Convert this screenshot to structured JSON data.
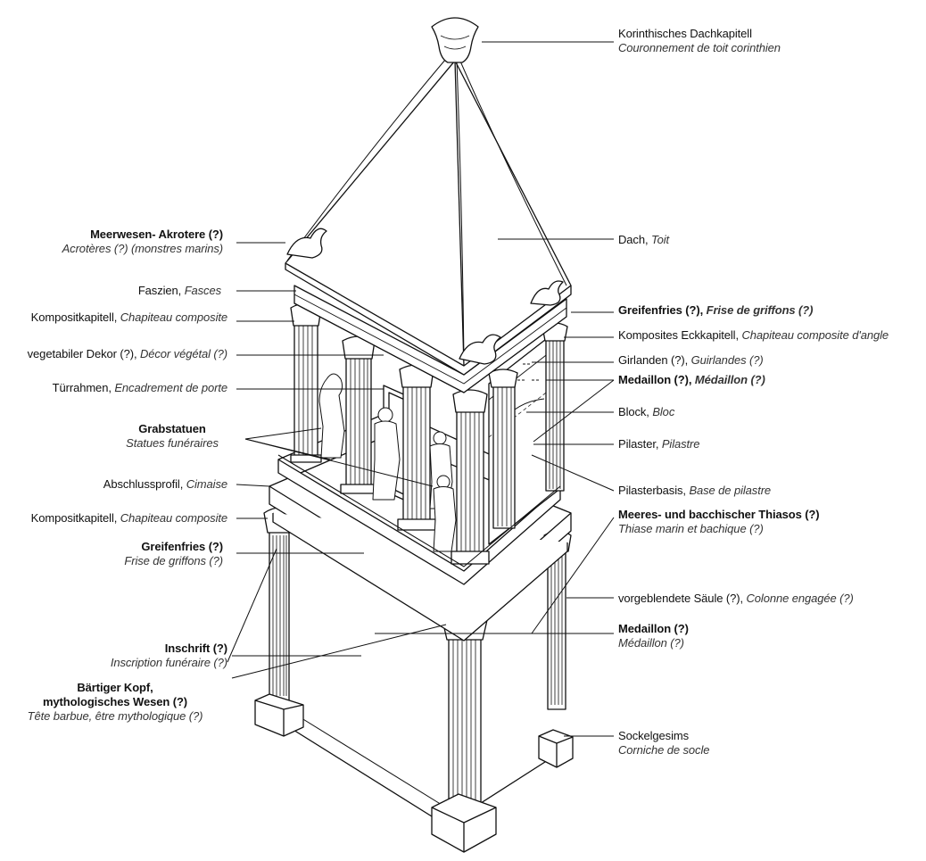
{
  "labels": {
    "l1": {
      "de": "Korinthisches Dachkapitell",
      "fr": "Couronnement de toit corinthien"
    },
    "l2": {
      "de": "Dach,",
      "fr": "Toit"
    },
    "l3": {
      "de": "Meerwesen- Akrotere (?)",
      "fr": "Acrotères (?) (monstres marins)"
    },
    "l4": {
      "de": "Faszien,",
      "fr": "Fasces"
    },
    "l5": {
      "de": "Kompositkapitell,",
      "fr": "Chapiteau composite"
    },
    "l6": {
      "de": "vegetabiler Dekor (?),",
      "fr": "Décor végétal (?)"
    },
    "l7": {
      "de": "Türrahmen,",
      "fr": "Encadrement de porte"
    },
    "l8": {
      "de": "Grabstatuen",
      "fr": "Statues funéraires"
    },
    "l9": {
      "de": "Abschlussprofil,",
      "fr": "Cimaise"
    },
    "l10": {
      "de": "Kompositkapitell,",
      "fr": "Chapiteau composite"
    },
    "l11": {
      "de": "Greifenfries (?)",
      "fr": "Frise de griffons (?)"
    },
    "l12": {
      "de": "Inschrift (?)",
      "fr": "Inscription funéraire (?)"
    },
    "l13": {
      "de1": "Bärtiger Kopf,",
      "de2": "mythologisches Wesen (?)",
      "fr": "Tête barbue, être mythologique (?)"
    },
    "l14": {
      "de": "Greifenfries (?),",
      "fr": "Frise de griffons (?)"
    },
    "l15": {
      "de": "Komposites Eckkapitell,",
      "fr": "Chapiteau composite d'angle"
    },
    "l16": {
      "de": "Girlanden (?),",
      "fr": "Guirlandes (?)"
    },
    "l17": {
      "de": "Medaillon (?),",
      "fr": "Médaillon  (?)"
    },
    "l18": {
      "de": "Block,",
      "fr": "Bloc"
    },
    "l19": {
      "de": "Pilaster,",
      "fr": "Pilastre"
    },
    "l20": {
      "de": "Pilasterbasis,",
      "fr": "Base de pilastre"
    },
    "l21": {
      "de": "Meeres- und bacchischer Thiasos (?)",
      "fr": "Thiase marin et bachique (?)"
    },
    "l22": {
      "de": "vorgeblendete Säule (?),",
      "fr": "Colonne engagée (?)"
    },
    "l23": {
      "de": "Medaillon (?)",
      "fr": "Médaillon (?)"
    },
    "l24": {
      "de": "Sockelgesims",
      "fr": "Corniche de socle"
    }
  },
  "colors": {
    "ink": "#111111",
    "paper": "#ffffff"
  }
}
